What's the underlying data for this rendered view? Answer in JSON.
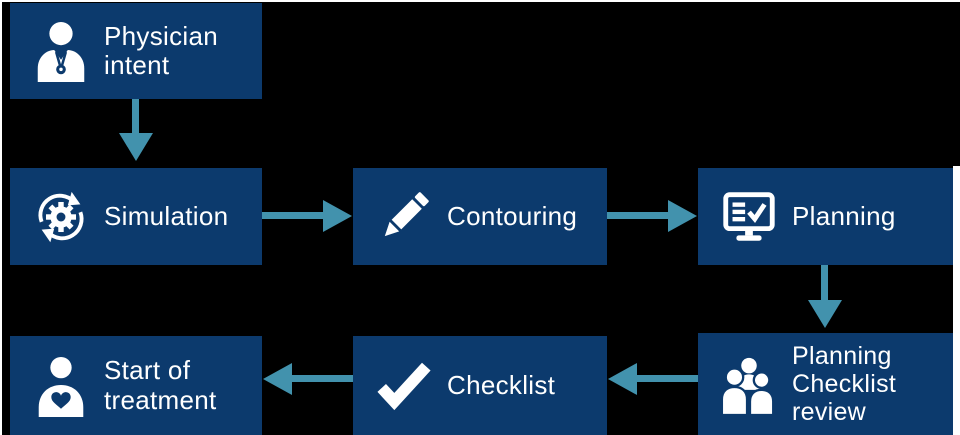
{
  "colors": {
    "background": "#000000",
    "box_navy": "#0c3a6d",
    "arrow_teal": "#4292ad",
    "text_white": "#ffffff"
  },
  "boxes": [
    {
      "id": "physician-intent",
      "label": "Physician\nintent",
      "icon": "physician-icon"
    },
    {
      "id": "simulation",
      "label": "Simulation",
      "icon": "gear-cycle-icon"
    },
    {
      "id": "contouring",
      "label": "Contouring",
      "icon": "pencil-icon"
    },
    {
      "id": "planning",
      "label": "Planning",
      "icon": "monitor-checklist-icon"
    },
    {
      "id": "planning-checklist-review",
      "label": "Planning\nChecklist\nreview",
      "icon": "team-review-icon"
    },
    {
      "id": "checklist",
      "label": "Checklist",
      "icon": "checkmark-icon"
    },
    {
      "id": "start-of-treatment",
      "label": "Start of\ntreatment",
      "icon": "patient-heart-icon"
    }
  ],
  "arrows": [
    {
      "from": "physician-intent",
      "to": "simulation",
      "direction": "down"
    },
    {
      "from": "simulation",
      "to": "contouring",
      "direction": "right"
    },
    {
      "from": "contouring",
      "to": "planning",
      "direction": "right"
    },
    {
      "from": "planning",
      "to": "planning-checklist-review",
      "direction": "down"
    },
    {
      "from": "planning-checklist-review",
      "to": "checklist",
      "direction": "left"
    },
    {
      "from": "checklist",
      "to": "start-of-treatment",
      "direction": "left"
    }
  ]
}
